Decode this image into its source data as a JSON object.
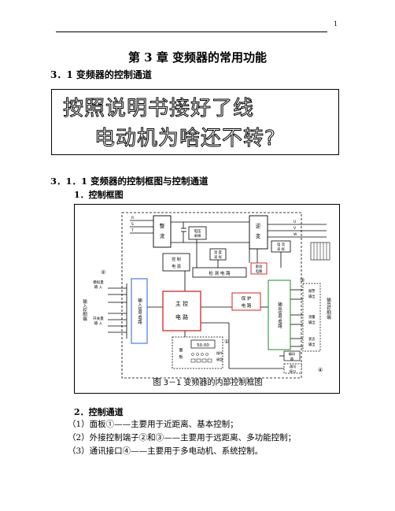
{
  "header": {
    "page_number": "1"
  },
  "chapter_title": "第 3 章   变频器的常用功能",
  "section_31": "3．1   变频器的控制通道",
  "banner": {
    "line1": "按照说明书接好了线",
    "line2": "电动机为啥还不转?"
  },
  "section_311": "3．1．1   变频器的控制框图与控制通道",
  "sub1": "1．控制框图",
  "figure": {
    "caption": "图 3－1    变频器的内部控制框图",
    "labels": {
      "rectifier": [
        "整",
        "流"
      ],
      "inverter": [
        "逆",
        "变"
      ],
      "voltage_sample": [
        "电压",
        "采样"
      ],
      "current_sample": [
        "电 流",
        "采 样"
      ],
      "temp_sample": [
        "温 度",
        "采 样"
      ],
      "control_power": [
        "控  制",
        "电  源"
      ],
      "detect_circuit": "检  测  电  路",
      "drive_circuit": [
        "驱动",
        "电路"
      ],
      "main_control": [
        "主  控",
        "电  路"
      ],
      "protect_circuit": [
        "保  护",
        "电  路"
      ],
      "input_signal_circuit": "输入信号电路",
      "output_signal_circuit": "输出信号电路",
      "input_control_terminals": "输入控制端",
      "output_control_terminals": "输出控制端",
      "analog_input": [
        "模拟量",
        "输  入"
      ],
      "switch_input": [
        "开关量",
        "输  入"
      ],
      "alarm_output": [
        "报警",
        "输出"
      ],
      "measure_output": [
        "测量",
        "输出"
      ],
      "status_output": [
        "状态",
        "输出"
      ],
      "encoder": [
        "编码",
        "器"
      ],
      "comm_port": [
        "通讯",
        "接口"
      ],
      "panel": [
        "面",
        "板"
      ],
      "display_value": "50.00",
      "keys": [
        "操作",
        "键盘"
      ],
      "term_r": "R",
      "term_s": "S",
      "term_t": "T",
      "term_u": "U",
      "term_v": "V",
      "term_w": "W",
      "circ1": "①",
      "circ2": "②",
      "circ3": "③",
      "circ4": "④"
    }
  },
  "sub2": "2．控制通道",
  "items": [
    "（1）面板①——主要用于近距离、基本控制；",
    "（2）外接控制端子②和③——主要用于远距离、多功能控制；",
    "（3）通讯接口④——主要用于多电动机、系统控制。"
  ]
}
